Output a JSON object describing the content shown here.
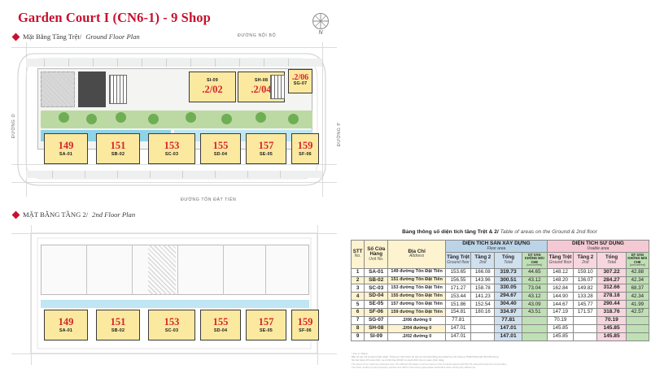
{
  "document": {
    "title": "Garden Court I (CN6-1) - 9 Shop"
  },
  "sections": {
    "ground": {
      "vn": "Mặt Bằng Tầng Trệt/",
      "en": "Ground  Floor Plan"
    },
    "second": {
      "vn": "MẶT BẰNG TẦNG 2/",
      "en": "2nd Floor Plan"
    }
  },
  "compass": {
    "label": "N"
  },
  "streets": {
    "internal": "ĐƯỜNG NỘI BỘ",
    "bottom": "ĐƯỜNG TÔN ĐẬT TIÊN",
    "left": "ĐƯỜNG O",
    "right": "ĐƯỜNG P"
  },
  "units_ground_row": [
    {
      "num": "149",
      "code": "SA-01"
    },
    {
      "num": "151",
      "code": "SB-02"
    },
    {
      "num": "153",
      "code": "SC-03"
    },
    {
      "num": "155",
      "code": "SD-04"
    },
    {
      "num": "157",
      "code": "SE-05"
    },
    {
      "num": "159",
      "code": "SF-06"
    }
  ],
  "units_ground_top": [
    {
      "num": ".2/02",
      "code": "SI-09"
    },
    {
      "num": ".2/04",
      "code": "SH-08"
    },
    {
      "num": ".2/06",
      "code": "SG-07"
    }
  ],
  "units_second_row": [
    {
      "num": "149",
      "code": "SA-01"
    },
    {
      "num": "151",
      "code": "SB-02"
    },
    {
      "num": "153",
      "code": "SC-03"
    },
    {
      "num": "155",
      "code": "SD-04"
    },
    {
      "num": "157",
      "code": "SE-05"
    },
    {
      "num": "159",
      "code": "SF-06"
    }
  ],
  "table": {
    "caption_vn": "Bảng thông số diện tích tầng Trệt & 2/",
    "caption_en": "Table of areas on the Ground & 2nd floor",
    "headers": {
      "stt_vn": "STT",
      "stt_en": "No.",
      "unit_vn": "Số Cửa Hàng",
      "unit_en": "Unit No.",
      "addr_vn": "Địa Chỉ",
      "addr_en": "Address",
      "group_floor_vn": "DIỆN TÍCH SÀN XÂY DỰNG",
      "group_floor_en": "Floor area",
      "group_use_vn": "DIỆN TÍCH SỬ DỤNG",
      "group_use_en": "Usable area",
      "gf_vn": "Tầng Trệt",
      "gf_en": "Ground floor",
      "f2_vn": "Tầng 2",
      "f2_en": "2nd",
      "tot_vn": "Tổng",
      "tot_en": "Total",
      "unc_vn": "DT SÀN KHÔNG MÁI CHE",
      "unc_en": "(uncovered)"
    },
    "rows": [
      {
        "no": "1",
        "unit": "SA-01",
        "addr": "149 đường Tôn Đật Tiên",
        "gf": "153.65",
        "f2": "166.08",
        "total": "319.73",
        "unc": "44.65",
        "ugf": "148.12",
        "uf2": "159.10",
        "utotal": "307.22",
        "uunc": "42.88"
      },
      {
        "no": "2",
        "unit": "SB-02",
        "addr": "151 đường Tôn Đật Tiên",
        "gf": "156.55",
        "f2": "143.96",
        "total": "300.51",
        "unc": "43.12",
        "ugf": "148.20",
        "uf2": "136.07",
        "utotal": "284.27",
        "uunc": "42.34"
      },
      {
        "no": "3",
        "unit": "SC-03",
        "addr": "153 đường Tôn Đật Tiên",
        "gf": "171.27",
        "f2": "158.78",
        "total": "330.05",
        "unc": "73.04",
        "ugf": "162.84",
        "uf2": "149.82",
        "utotal": "312.66",
        "uunc": "68.37"
      },
      {
        "no": "4",
        "unit": "SD-04",
        "addr": "155 đường Tôn Đật Tiên",
        "gf": "153.44",
        "f2": "141.23",
        "total": "294.67",
        "unc": "43.12",
        "ugf": "144.90",
        "uf2": "133.28",
        "utotal": "278.18",
        "uunc": "42.34"
      },
      {
        "no": "5",
        "unit": "SE-05",
        "addr": "157 đường Tôn Đật Tiên",
        "gf": "151.86",
        "f2": "152.54",
        "total": "304.40",
        "unc": "43.09",
        "ugf": "144.67",
        "uf2": "145.77",
        "utotal": "290.44",
        "uunc": "41.99"
      },
      {
        "no": "6",
        "unit": "SF-06",
        "addr": "159 đường Tôn Đật Tiên",
        "gf": "154.81",
        "f2": "180.16",
        "total": "334.97",
        "unc": "43.51",
        "ugf": "147.19",
        "uf2": "171.57",
        "utotal": "318.76",
        "uunc": "42.57"
      },
      {
        "no": "7",
        "unit": "SG-07",
        "addr": ".2/06 đường 0",
        "gf": "77.81",
        "f2": "",
        "total": "77.81",
        "unc": "",
        "ugf": "70.19",
        "uf2": "",
        "utotal": "70.19",
        "uunc": ""
      },
      {
        "no": "8",
        "unit": "SH-08",
        "addr": ".2/04 đường 0",
        "gf": "147.01",
        "f2": "",
        "total": "147.01",
        "unc": "",
        "ugf": "145.85",
        "uf2": "",
        "utotal": "145.85",
        "uunc": ""
      },
      {
        "no": "9",
        "unit": "SI-09",
        "addr": ".2/02 đường 0",
        "gf": "147.01",
        "f2": "",
        "total": "147.01",
        "unc": "",
        "ugf": "145.85",
        "uf2": "",
        "utotal": "145.85",
        "uunc": ""
      }
    ]
  },
  "footnote": {
    "l1": "* Lưu ý / Notes:",
    "l2": "Bản vẽ này chỉ có giá trị tham khảo. Thông tin chính thức sẽ căn cứ trên Hợp đồng Quý khách ký với Công ty TNHH Phát triển Phú Mỹ Hưng.",
    "l3": "Số của hàng chỉ là tạm thời, và có thể thay đổi khi có quyết định của cơ quan chức năng.",
    "l4": "The layout is for reference purposes only. The official information must be based on the Contract signed with Phu My Hung Development Corporation.",
    "l5": "The shop number is just temporary number and will be informed by appropriate authorities when issuing the official one."
  },
  "colors": {
    "brand_red": "#c8102e",
    "unit_yellow": "#fbe9a0",
    "floor_blue": "#bcd4e8",
    "usable_pink": "#f4c9d4",
    "uncovered_green": "#bfe0b4"
  }
}
